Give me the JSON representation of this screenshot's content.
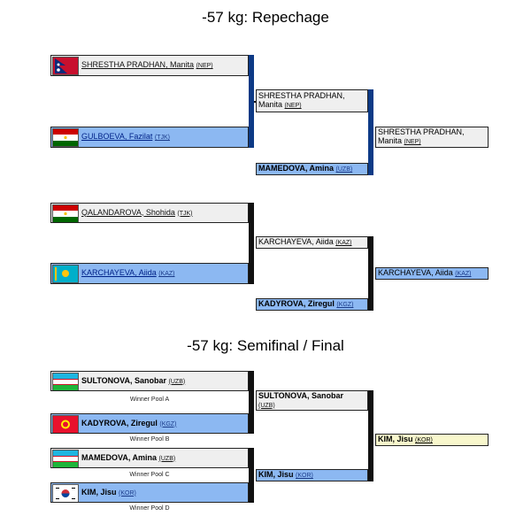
{
  "repechage_title": "-57 kg: Repechage",
  "final_title": "-57 kg: Semifinal / Final",
  "repechage": {
    "r1_a1": {
      "name": "SHRESTHA PRADHAN, Manita",
      "cc": "(NEP)"
    },
    "r1_a2": {
      "name": "GULBOEVA, Fazilat",
      "cc": "(TJK)"
    },
    "r1_b1": {
      "name": "QALANDAROVA, Shohida",
      "cc": "(TJK)"
    },
    "r1_b2": {
      "name": "KARCHAYEVA, Aiida",
      "cc": "(KAZ)"
    },
    "r2_a_winner": {
      "line1": "SHRESTHA PRADHAN,",
      "line2": "Manita",
      "cc": "(NEP)"
    },
    "r2_a_seed": {
      "name": "MAMEDOVA, Amina",
      "cc": "(UZB)"
    },
    "r2_b_winner": {
      "name": "KARCHAYEVA, Aiida",
      "cc": "(KAZ)"
    },
    "r2_b_seed": {
      "name": "KADYROVA, Ziregul",
      "cc": "(KGZ)"
    },
    "r3_a": {
      "line1": "SHRESTHA PRADHAN,",
      "line2": "Manita",
      "cc": "(NEP)"
    },
    "r3_b": {
      "name": "KARCHAYEVA, Aiida",
      "cc": "(KAZ)"
    }
  },
  "semifinal": {
    "s1": {
      "name": "SULTONOVA, Sanobar",
      "cc": "(UZB)",
      "pool": "Winner Pool A"
    },
    "s2": {
      "name": "KADYROVA, Ziregul",
      "cc": "(KGZ)",
      "pool": "Winner Pool B"
    },
    "s3": {
      "name": "MAMEDOVA, Amina",
      "cc": "(UZB)",
      "pool": "Winner Pool C"
    },
    "s4": {
      "name": "KIM, Jisu",
      "cc": "(KOR)",
      "pool": "Winner Pool D"
    },
    "f1": {
      "name": "SULTONOVA, Sanobar",
      "cc": "(UZB)"
    },
    "f2": {
      "name": "KIM, Jisu",
      "cc": "(KOR)"
    },
    "champion": {
      "name": "KIM, Jisu",
      "cc": "(KOR)"
    }
  },
  "flags": {
    "nep": "flag-nepal",
    "tjk": "flag-tajikistan",
    "kaz": "flag-kazakhstan",
    "uzb": "flag-uzbekistan",
    "kgz": "flag-kyrgyzstan",
    "kor": "flag-south-korea"
  },
  "colors": {
    "loser_bg": "#efefef",
    "winner_bg": "#8cb8f2",
    "champion_bg": "#f8f7cc",
    "repechage_bar": "#0d3a86",
    "bracket_bar": "#111111"
  }
}
